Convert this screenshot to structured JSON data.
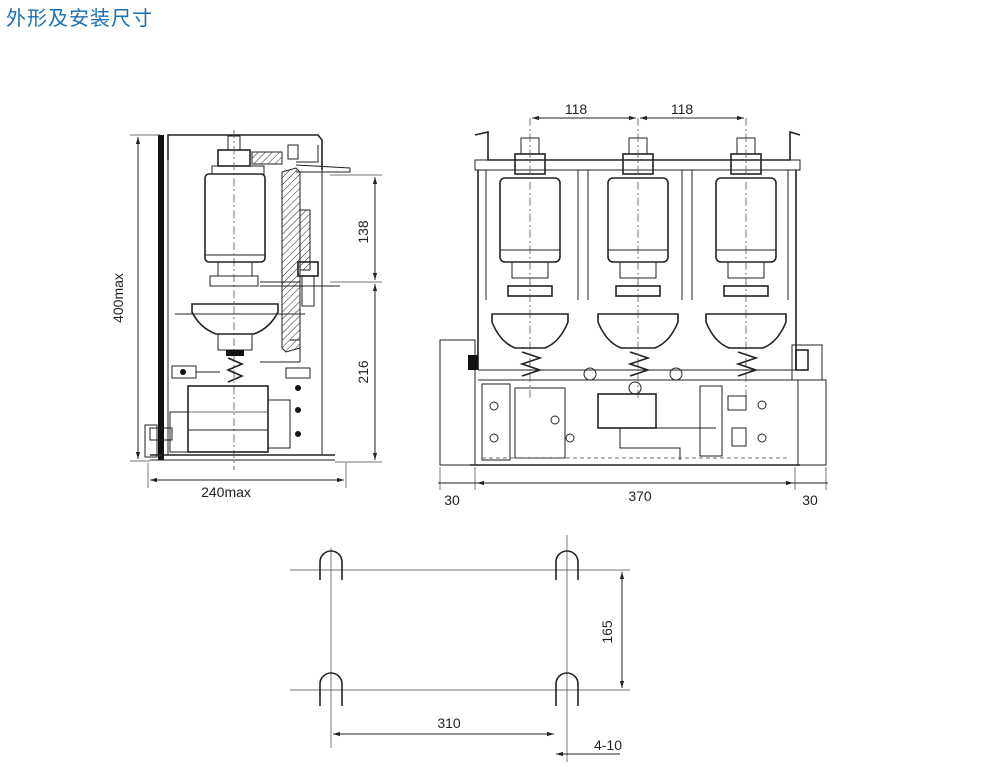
{
  "title": "外形及安装尺寸",
  "side_view": {
    "height_label": "400max",
    "width_label": "240max",
    "dim_upper": "138",
    "dim_lower": "216"
  },
  "front_view": {
    "pitch_left": "118",
    "pitch_right": "118",
    "margin_left": "30",
    "body_width": "370",
    "margin_right": "30"
  },
  "mounting": {
    "vertical_spacing": "165",
    "horizontal_spacing": "310",
    "holes": "4-10"
  }
}
